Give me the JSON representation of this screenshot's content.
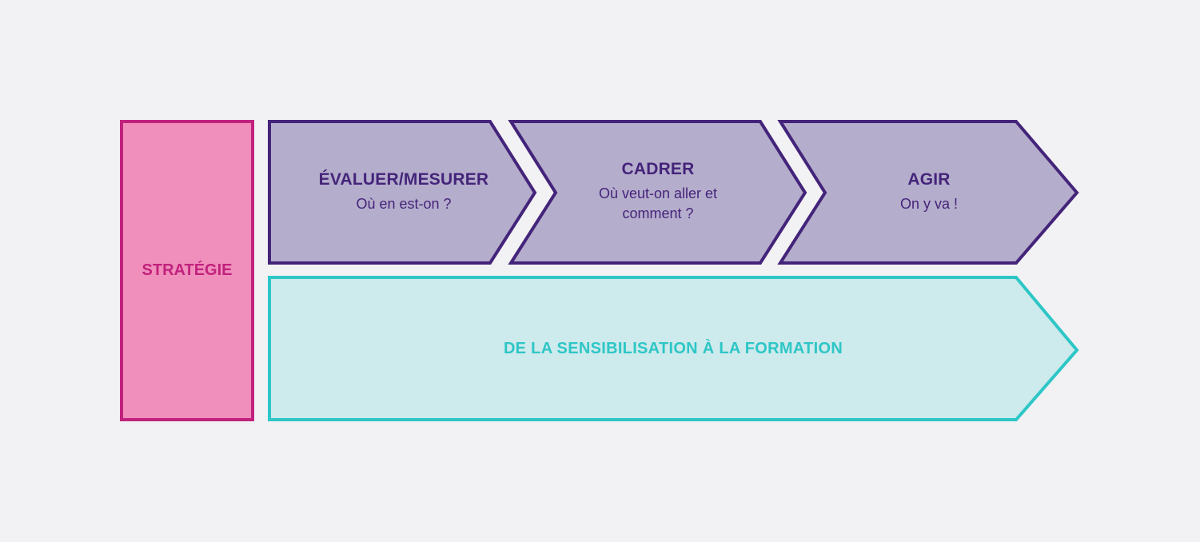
{
  "strategy": {
    "label": "STRATÉGIE"
  },
  "steps": [
    {
      "title": "ÉVALUER/MESURER",
      "subtitle": "Où en est-on ?"
    },
    {
      "title": "CADRER",
      "subtitle": "Où veut-on aller et comment ?"
    },
    {
      "title": "AGIR",
      "subtitle": "On y va !"
    }
  ],
  "bottom": {
    "label": "DE LA SENSIBILISATION À LA FORMATION"
  },
  "colors": {
    "background": "#f2f2f4",
    "strategy_fill": "#f08fbc",
    "strategy_stroke": "#c1227d",
    "step_fill": "#b5adcc",
    "step_stroke": "#44247a",
    "bottom_fill": "#cdeaec",
    "bottom_stroke": "#2ec6c6"
  }
}
